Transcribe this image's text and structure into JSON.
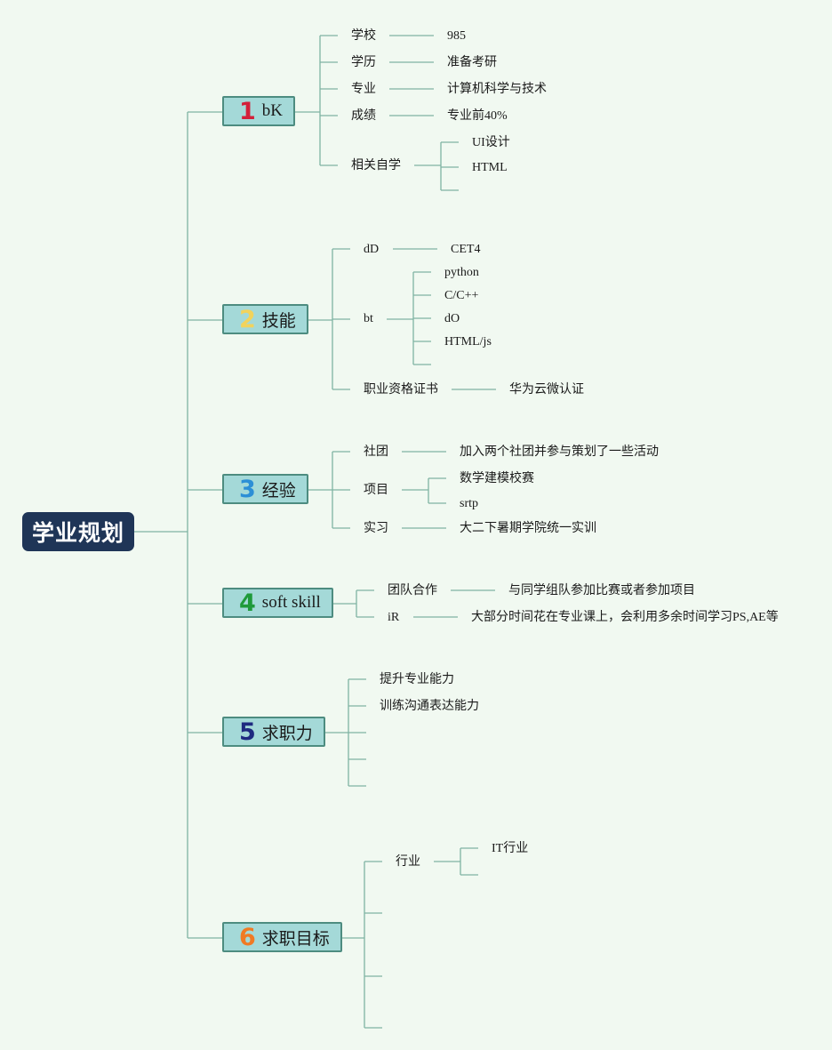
{
  "root": "学业规划",
  "branches": [
    {
      "number": "1",
      "color": "#d3203a",
      "label": "bK"
    },
    {
      "number": "2",
      "color": "#f2d35c",
      "label": "技能"
    },
    {
      "number": "3",
      "color": "#2c8fd6",
      "label": "经验"
    },
    {
      "number": "4",
      "color": "#1f9a3a",
      "label": "soft skill"
    },
    {
      "number": "5",
      "color": "#1e2a80",
      "label": "求职力"
    },
    {
      "number": "6",
      "color": "#f07a24",
      "label": "求职目标"
    }
  ],
  "b1": {
    "school": "学校",
    "school_v": "985",
    "degree": "学历",
    "degree_v": "准备考研",
    "major": "专业",
    "major_v": "计算机科学与技术",
    "grade": "成绩",
    "grade_v": "专业前40%",
    "self": "相关自学",
    "self_a": "UI设计",
    "self_b": "HTML"
  },
  "b2": {
    "lang": "dD",
    "lang_v": "CET4",
    "prog": "bt",
    "p1": "python",
    "p2": "C/C++",
    "p3": "dO",
    "p4": "HTML/js",
    "cert": "职业资格证书",
    "cert_v": "华为云微认证"
  },
  "b3": {
    "club": "社团",
    "club_v": "加入两个社团并参与策划了一些活动",
    "proj": "项目",
    "proj_a": "数学建模校赛",
    "proj_b": "srtp",
    "intern": "实习",
    "intern_v": "大二下暑期学院统一实训"
  },
  "b4": {
    "team": "团队合作",
    "team_v": "与同学组队参加比赛或者参加项目",
    "ir": "iR",
    "ir_v": "大部分时间花在专业课上，会利用多余时间学习PS,AE等"
  },
  "b5": {
    "a": "提升专业能力",
    "b": "训练沟通表达能力"
  },
  "b6": {
    "industry": "行业",
    "industry_v": "IT行业"
  }
}
